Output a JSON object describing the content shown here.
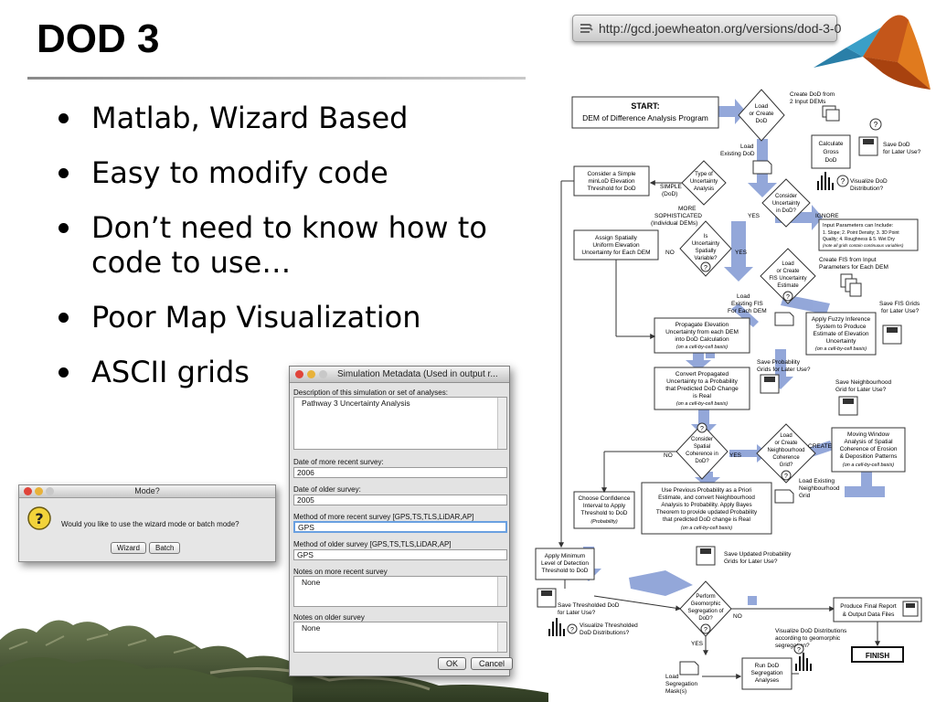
{
  "slide": {
    "title": "DOD 3",
    "url": "http://gcd.joewheaton.org/versions/dod-3-0"
  },
  "bullets": [
    "Matlab, Wizard Based",
    "Easy to modify code",
    "Don’t need to know how to code to use…",
    "Poor Map Visualization",
    "ASCII grids"
  ],
  "mode_dialog": {
    "title": "Mode?",
    "message": "Would you like to use the wizard mode or batch mode?",
    "wizard_button": "Wizard",
    "batch_button": "Batch"
  },
  "metadata_dialog": {
    "title": "Simulation Metadata (Used in output r...",
    "description_label": "Description of this simulation or set of analyses:",
    "description_value": "Pathway 3 Uncertainty Analysis",
    "recent_survey_date_label": "Date of more recent survey:",
    "recent_survey_date_value": "2006",
    "older_survey_date_label": "Date of older survey:",
    "older_survey_date_value": "2005",
    "recent_method_label": "Method of more recent survey [GPS,TS,TLS,LiDAR,AP]",
    "recent_method_value": "GPS",
    "older_method_label": "Method of older survey [GPS,TS,TLS,LiDAR,AP]",
    "older_method_value": "GPS",
    "recent_notes_label": "Notes on more recent survey",
    "recent_notes_value": "None",
    "older_notes_label": "Notes on older survey",
    "older_notes_value": "None",
    "ok_button": "OK",
    "cancel_button": "Cancel"
  },
  "flowchart": {
    "start_title": "START:",
    "start_sub": "DEM of Difference Analysis Program",
    "load_or_create_dod": [
      "Load",
      "or Create",
      "DoD"
    ],
    "create_dod_from": [
      "Create DoD from",
      "2 Input DEMs"
    ],
    "calculate_gross": [
      "Calculate",
      "Gross",
      "DoD"
    ],
    "save_dod": [
      "Save DoD",
      "for Later Use?"
    ],
    "load_existing_dod": [
      "Load",
      "Existing DoD"
    ],
    "visualize_dod": [
      "Visualize DoD",
      "Distribution?"
    ],
    "consider_simple": [
      "Consider a Simple",
      "minLoD Elevation",
      "Threshold for DoD"
    ],
    "type_of_uncertainty": [
      "Type of",
      "Uncertainty",
      "Analysis"
    ],
    "simple_label": [
      "SIMPLE",
      "(DoD)"
    ],
    "consider_uncertainty": [
      "Consider",
      "Uncertainty",
      "in DoD?"
    ],
    "yes": "YES",
    "no": "NO",
    "ignore": "IGNORE",
    "create": "CREATE",
    "more_sophisticated": [
      "MORE",
      "SOPHISTICATED",
      "(Individual DEMs)"
    ],
    "is_uncertainty": [
      "Is",
      "Uncertainty",
      "Spatially",
      "Variable?"
    ],
    "assign_uniform": [
      "Assign Spatially",
      "Uniform Elevation",
      "Uncertainty for Each DEM"
    ],
    "input_params": [
      "Input Parameters can Include:",
      "1. Slope; 2. Point Density; 3. 3D Point",
      "Quality; 4. Roughness & 5. Wet Dry",
      "(note all grids contain continuous variables)"
    ],
    "load_create_fis": [
      "Load",
      "or Create",
      "FIS Uncertainty",
      "Estimate"
    ],
    "create_fis": [
      "Create FIS from Input",
      "Parameters for Each DEM"
    ],
    "load_existing_fis": [
      "Load",
      "Existing FIS",
      "For Each DEM"
    ],
    "save_fis": [
      "Save FIS Grids",
      "for Later Use?"
    ],
    "apply_fuzzy": [
      "Apply Fuzzy Inference",
      "System to Produce",
      "Estimate of Elevation",
      "Uncertainty",
      "(on a cell-by-cell basis)"
    ],
    "propagate": [
      "Propagate Elevation",
      "Uncertainty from each DEM",
      "into DoD Calculation",
      "(on a cell-by-cell basis)"
    ],
    "save_probability": [
      "Save Probability",
      "Grids for Later Use?"
    ],
    "convert_propagated": [
      "Convert Propagated",
      "Uncertainty to a Probability",
      "that Predicted DoD Change",
      "is Real",
      "(on a cell-by-cell basis)"
    ],
    "save_neighbourhood": [
      "Save Neighbourhood",
      "Grid for Later Use?"
    ],
    "consider_spatial": [
      "Consider",
      "Spatial",
      "Coherence in",
      "DoD?"
    ],
    "load_create_neighbourhood": [
      "Load",
      "or Create",
      "Neighbourhood",
      "Coherence",
      "Grid?"
    ],
    "moving_window": [
      "Moving Window",
      "Analysis of Spatial",
      "Coherence of Erosion",
      "& Deposition Patterns",
      "(on a cell-by-cell basis)"
    ],
    "load_existing_grid": [
      "Load  Existing",
      "Neighbourhood",
      "Grid"
    ],
    "choose_confidence": [
      "Choose Confidence",
      "Interval to Apply",
      "Threshold to DoD",
      "(Probability)"
    ],
    "use_previous": [
      "Use Previous Probability as a Priori",
      "Estimate, and convert Neighbourhood",
      "Analysis to Probability.  Apply Bayes",
      "Theorem to provide updated Probability",
      "that predicted DoD change is Real",
      "(on a cell-by-cell basis)"
    ],
    "apply_minimum": [
      "Apply Minimum",
      "Level of Detection",
      "Threshold to DoD"
    ],
    "save_updated": [
      "Save Updated Probability",
      "Grids for Later Use?"
    ],
    "save_thresholded": [
      "Save Thresholded DoD",
      "for Later Use?"
    ],
    "visualize_thresholded": [
      "Visualize Thresholded",
      "DoD Distributions?"
    ],
    "perform_geomorphic": [
      "Perform",
      "Geomorphic",
      "Segregation of",
      "DoD?"
    ],
    "produce_final": [
      "Produce Final Report",
      "& Output  Data Files"
    ],
    "visualize_dod_dist": [
      "Visualize DoD Distributions",
      "according to geomorphic",
      "segregation?"
    ],
    "finish": "FINISH",
    "load_segregation": [
      "Load",
      "Segregation",
      "Mask(s)"
    ],
    "run_dod": [
      "Run DoD",
      "Segregation",
      "Analyses"
    ],
    "help_mark": "?"
  },
  "colors": {
    "arrow_blue": "#8ea3d8",
    "dialog_bg": "#e3e3e3",
    "close_red": "#e0443a",
    "min_yellow": "#e8b23a",
    "max_gray": "#c8c8c8"
  }
}
